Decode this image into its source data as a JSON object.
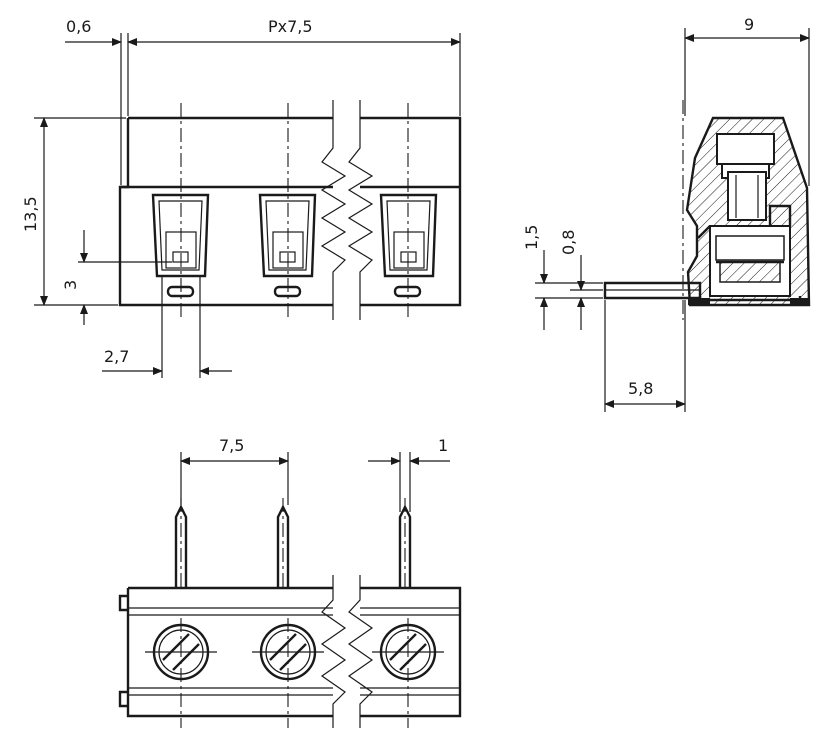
{
  "dimensions": {
    "front_offset": "0,6",
    "pitch_length": "Px7,5",
    "height": "13,5",
    "opening_height": "3",
    "opening_width": "2,7",
    "side_depth": "9",
    "pin_offset_a": "1,5",
    "pin_offset_b": "0,8",
    "pin_length": "5,8",
    "pitch": "7,5",
    "pin_thickness": "1"
  }
}
